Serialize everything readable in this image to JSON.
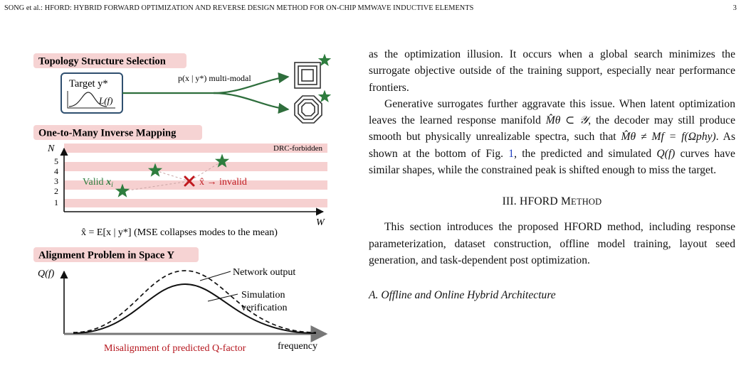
{
  "header": {
    "left": "SONG et al.: HFORD: HYBRID FORWARD OPTIMIZATION AND REVERSE DESIGN METHOD FOR ON-CHIP MMWAVE INDUCTIVE ELEMENTS",
    "page_number": "3"
  },
  "figure": {
    "panel1": {
      "title": "Topology Structure Selection",
      "target_label": "Target y*",
      "target_curve_label": "L(f)",
      "arrow_label": "p(x | y*) multi-modal"
    },
    "panel2": {
      "title": "One-to-Many Inverse Mapping",
      "y_axis_label": "N",
      "x_axis_label": "W",
      "y_ticks": [
        "5",
        "4",
        "3",
        "2",
        "1"
      ],
      "drc_label": "DRC-forbidden",
      "valid_label": "Valid x_i",
      "invalid_label": "x̂ → invalid",
      "equation": "x̂ = E[x | y*] (MSE collapses modes to the mean)"
    },
    "panel3": {
      "title": "Alignment Problem in Space Y",
      "y_axis_label": "Q(f)",
      "network_label": "Network output",
      "simulation_label_line1": "Simulation",
      "simulation_label_line2": "verification",
      "x_axis_label": "frequency",
      "misalignment_label": "Misalignment of predicted Q-factor"
    },
    "colors": {
      "panel_title_bg": "#f6d3d3",
      "drc_band": "#f6d0d0",
      "star": "#2e7d3e",
      "cross": "#c0181e",
      "target_box_border": "#2f4f6f",
      "arrow": "#2e6e3c"
    }
  },
  "text": {
    "p1": "as the optimization illusion. It occurs when a global search minimizes the surrogate objective outside of the training support, especially near performance frontiers.",
    "p2_a": "Generative surrogates further aggravate this issue. When latent optimization leaves the learned response manifold",
    "p2_m1": "M̂θ ⊂ 𝒴",
    "p2_b": ", the decoder may still produce smooth but physically unrealizable spectra, such that",
    "p2_m2": "M̂θ ≠ Mf = f(Ωphy)",
    "p2_c": ". As shown at the bottom of Fig.",
    "p2_ref": "1",
    "p2_d": ", the predicted and simulated",
    "p2_m3": "Q(f)",
    "p2_e": "curves have similar shapes, while the constrained peak is shifted enough to miss the target.",
    "section_num": "III.",
    "section_title_a": "HFORD M",
    "section_title_b": "ETHOD",
    "p3": "This section introduces the proposed HFORD method, including response parameterization, dataset construction, offline model training, layout seed generation, and task-dependent post optimization.",
    "subsection": "A. Offline and Online Hybrid Architecture"
  }
}
